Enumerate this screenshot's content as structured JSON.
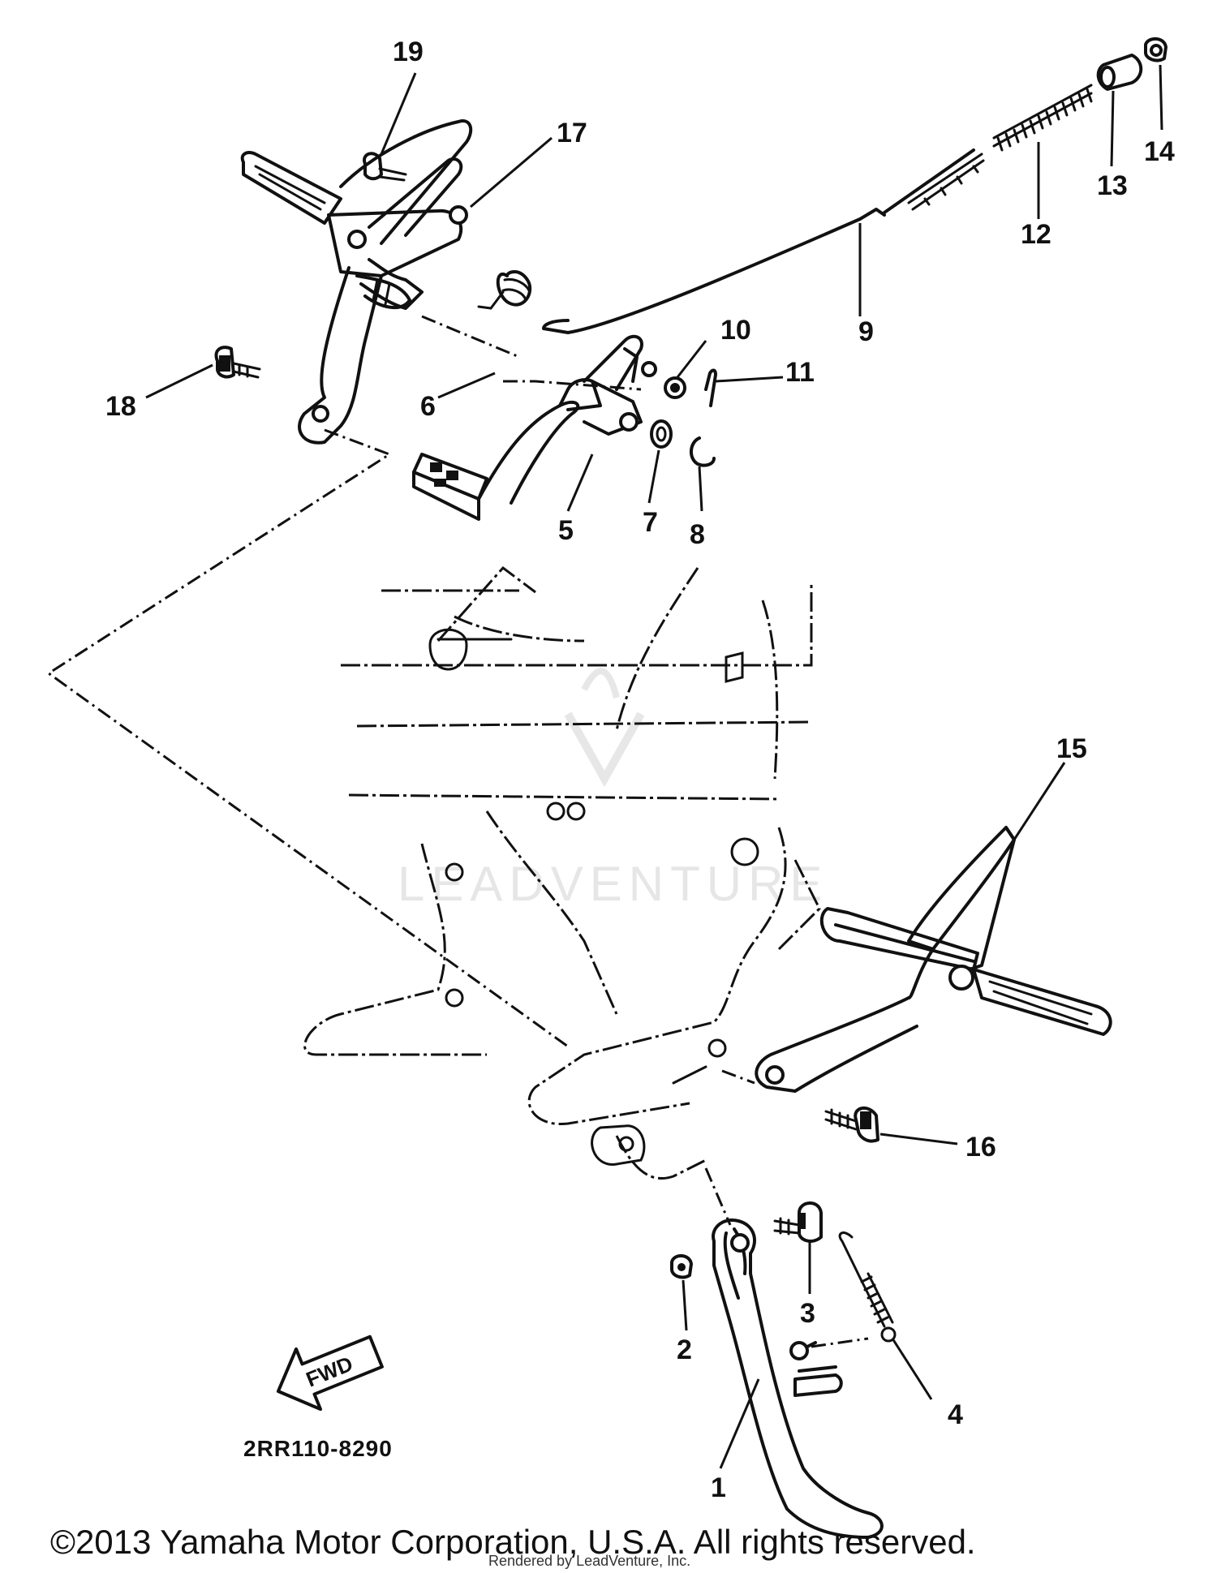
{
  "diagram": {
    "callouts": [
      "1",
      "2",
      "3",
      "4",
      "5",
      "6",
      "7",
      "8",
      "9",
      "10",
      "11",
      "12",
      "13",
      "14",
      "15",
      "16",
      "17",
      "18",
      "19"
    ],
    "diagram_code": "2RR110-8290",
    "direction_label": "FWD",
    "watermark": "LEADVENTURE",
    "copyright": "©2013 Yamaha Motor Corporation, U.S.A. All rights reserved.",
    "rendered_by": "Rendered by LeadVenture, Inc."
  }
}
